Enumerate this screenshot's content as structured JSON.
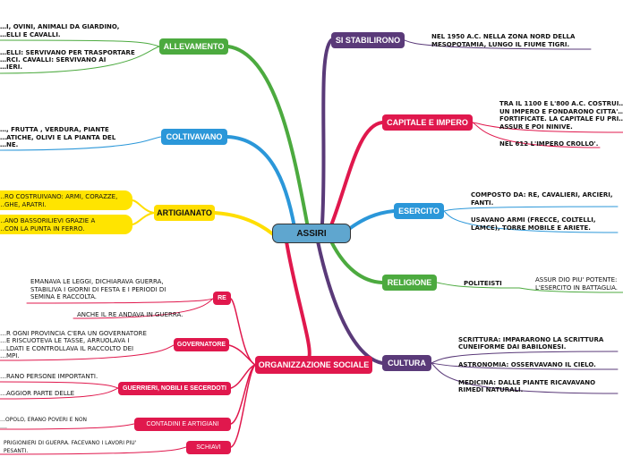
{
  "center": {
    "label": "ASSIRI"
  },
  "colors": {
    "green": "#4caa3f",
    "blue": "#2b97d9",
    "yellow": "#ffde00",
    "purple": "#5a3a79",
    "crimson": "#e0184d",
    "red": "#e0184d"
  },
  "left": {
    "allevamento": {
      "label": "ALLEVAMENTO",
      "details": [
        "…I, OVINI, ANIMALI DA GIARDINO,",
        "…ELLI E CAVALLI.",
        "…ELLI: SERVIVANO PER TRASPORTARE",
        "…RCI. CAVALLI: SERVIVANO AI",
        "…IERI."
      ]
    },
    "coltivavano": {
      "label": "COLTIVAVANO",
      "details": [
        "…, FRUTTA , VERDURA, PIANTE",
        "…ATICHE, OLIVI E LA PIANTA DEL",
        "…NE."
      ]
    },
    "artigianato": {
      "label": "ARTIGIANATO",
      "details": [
        "…RO COSTRUIVANO: ARMI, CORAZZE,",
        "…GHE, ARATRI.",
        "…ANO BASSORILIEVI GRAZIE A",
        "…CON LA PUNTA IN FERRO."
      ]
    },
    "organizzazione": {
      "label": "ORGANIZZAZIONE SOCIALE",
      "re": {
        "label": "RE",
        "details": [
          "EMANAVA LE LEGGI, DICHIARAVA GUERRA,",
          "STABILIVA I GIORNI DI FESTA E I PERIODI DI",
          "SEMINA E RACCOLTA.",
          "ANCHE IL RE ANDAVA IN GUERRA."
        ]
      },
      "governatore": {
        "label": "GOVERNATORE",
        "details": [
          "…R OGNI PROVINCIA C'ERA UN GOVERNATORE",
          "…E RISCUOTEVA LE TASSE, ARRUOLAVA I",
          "…LDATI E CONTROLLAVA IL RACCOLTO DEI",
          "…MPI."
        ]
      },
      "guerrieri": {
        "label": "GUERRIERI, NOBILI E SECERDOTI",
        "details": [
          "…RANO PERSONE IMPORTANTI.",
          "…AGGIOR PARTE DELLE"
        ]
      },
      "contadini": {
        "label": "CONTADINI E ARTIGIANI",
        "details": [
          "…OPOLO, ERANO POVERI E NON",
          "…."
        ]
      },
      "schiavi": {
        "label": "SCHIAVI",
        "details": [
          "PRIGIONIERI DI GUERRA. FACEVANO I LAVORI PIU'",
          "PESANTI."
        ]
      }
    }
  },
  "right": {
    "stabilirono": {
      "label": "SI STABILIRONO",
      "details": [
        "NEL 1950 A.C. NELLA ZONA NORD DELLA",
        "MESOPOTAMIA, LUNGO IL FIUME TIGRI."
      ]
    },
    "capitale": {
      "label": "CAPITALE E IMPERO",
      "details": [
        "TRA IL 1100 E L'800 A.C. COSTRUI…",
        "UN IMPERO E FONDARONO CITTA'…",
        "FORTIFICATE. LA CAPITALE FU PRI…",
        "ASSUR E POI NINIVE.",
        "NEL 612 L'IMPERO CROLLO'."
      ]
    },
    "esercito": {
      "label": "ESERCITO",
      "details": [
        "COMPOSTO DA: RE, CAVALIERI, ARCIERI,",
        "FANTI.",
        "USAVANO ARMI (FRECCE, COLTELLI,",
        "LAMCE), TORRE MOBILE E ARIETE."
      ]
    },
    "religione": {
      "label": "RELIGIONE",
      "sub": "POLITEISTI",
      "details": [
        "ASSUR DIO PIU' POTENTE:",
        "L'ESERCITO IN BATTAGLIA."
      ]
    },
    "cultura": {
      "label": "CULTURA",
      "details": [
        "SCRITTURA: IMPARARONO LA SCRITTURA",
        "CUNEIFORME DAI BABILONESI.",
        "ASTRONOMIA: OSSERVAVANO IL CIELO.",
        "MEDICINA: DALLE PIANTE RICAVAVANO",
        "RIMEDI NATURALI."
      ]
    }
  }
}
